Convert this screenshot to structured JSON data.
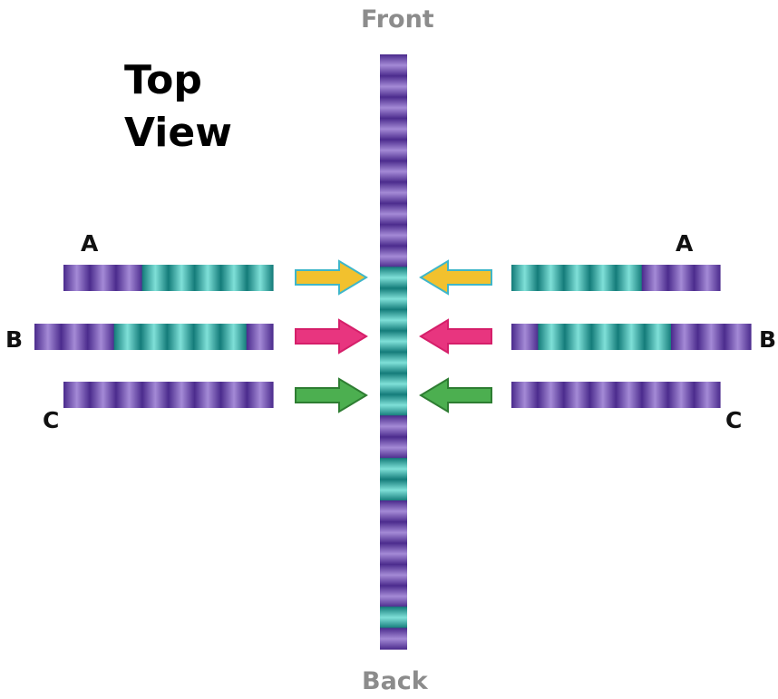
{
  "labels": {
    "front": "Front",
    "back": "Back",
    "title_line1": "Top",
    "title_line2": "View"
  },
  "rows": [
    {
      "left_label": "A",
      "right_label": "A",
      "arrow_color": "#f2c12e"
    },
    {
      "left_label": "B",
      "right_label": "B",
      "arrow_color": "#e8357f"
    },
    {
      "left_label": "C",
      "right_label": "C",
      "arrow_color": "#4caf50"
    }
  ],
  "colors": {
    "purple": "#4a2a8c",
    "purple_light": "#a48ad6",
    "teal": "#127a78",
    "teal_light": "#7fe0d8"
  }
}
